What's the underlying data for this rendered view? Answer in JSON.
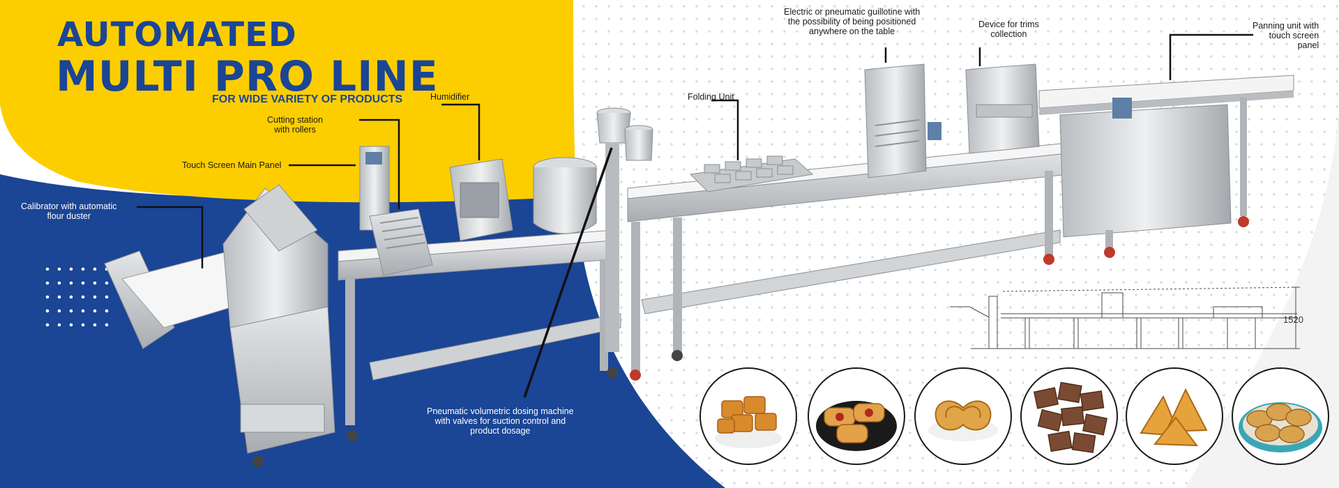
{
  "colors": {
    "brand_yellow": "#fcce00",
    "brand_blue": "#1b4595",
    "title_blue": "#1b4595",
    "steel": "#bfc3c6",
    "belt": "#f4f4f4"
  },
  "header": {
    "title_line1": "AUTOMATED",
    "title_line2": "MULTI PRO LINE",
    "subtitle": "FOR WIDE VARIETY OF PRODUCTS"
  },
  "callouts": {
    "calibrator": "Calibrator with automatic\nflour duster",
    "touch_screen_main": "Touch Screen Main Panel",
    "cutting_station": "Cutting station\nwith rollers",
    "humidifier": "Humidifier",
    "dosing_machine": "Pneumatic volumetric dosing machine\nwith valves for suction control and\nproduct dosage",
    "folding_unit": "Folding Unit",
    "guillotine": "Electric or pneumatic guillotine with\nthe possibility of being positioned\nanywhere on the table",
    "trims_device": "Device for trims\ncollection",
    "panning_unit": "Panning unit with\ntouch screen\npanel"
  },
  "diagram": {
    "dimension": "1520"
  },
  "products": [
    {
      "name": "puff-pastry-squares",
      "icon": "puff-pastry-icon"
    },
    {
      "name": "filled-rolls",
      "icon": "filled-roll-icon"
    },
    {
      "name": "palmier",
      "icon": "palmier-icon"
    },
    {
      "name": "crackers",
      "icon": "cracker-icon"
    },
    {
      "name": "samosas",
      "icon": "samosa-icon"
    },
    {
      "name": "pastries-bowl",
      "icon": "pastry-bowl-icon"
    }
  ]
}
